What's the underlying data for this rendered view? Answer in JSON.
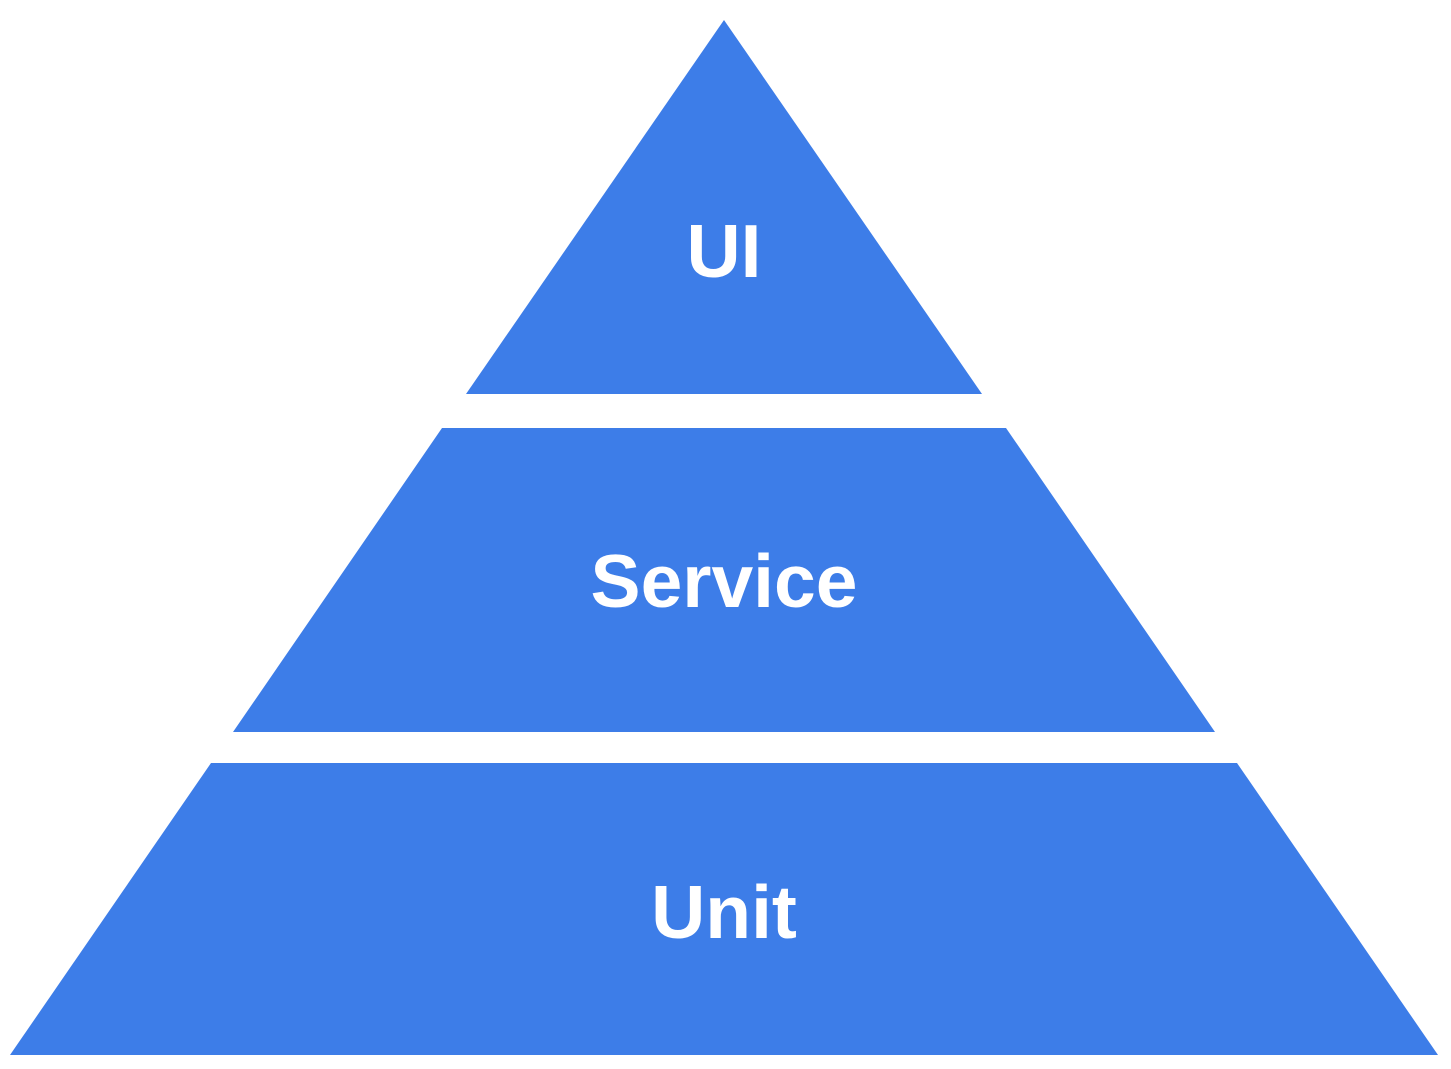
{
  "pyramid": {
    "layers": [
      {
        "label": "UI"
      },
      {
        "label": "Service"
      },
      {
        "label": "Unit"
      }
    ],
    "colors": {
      "layer_fill": "#3D7DE8",
      "label_text": "#FFFFFF",
      "background": "#FFFFFF"
    }
  }
}
